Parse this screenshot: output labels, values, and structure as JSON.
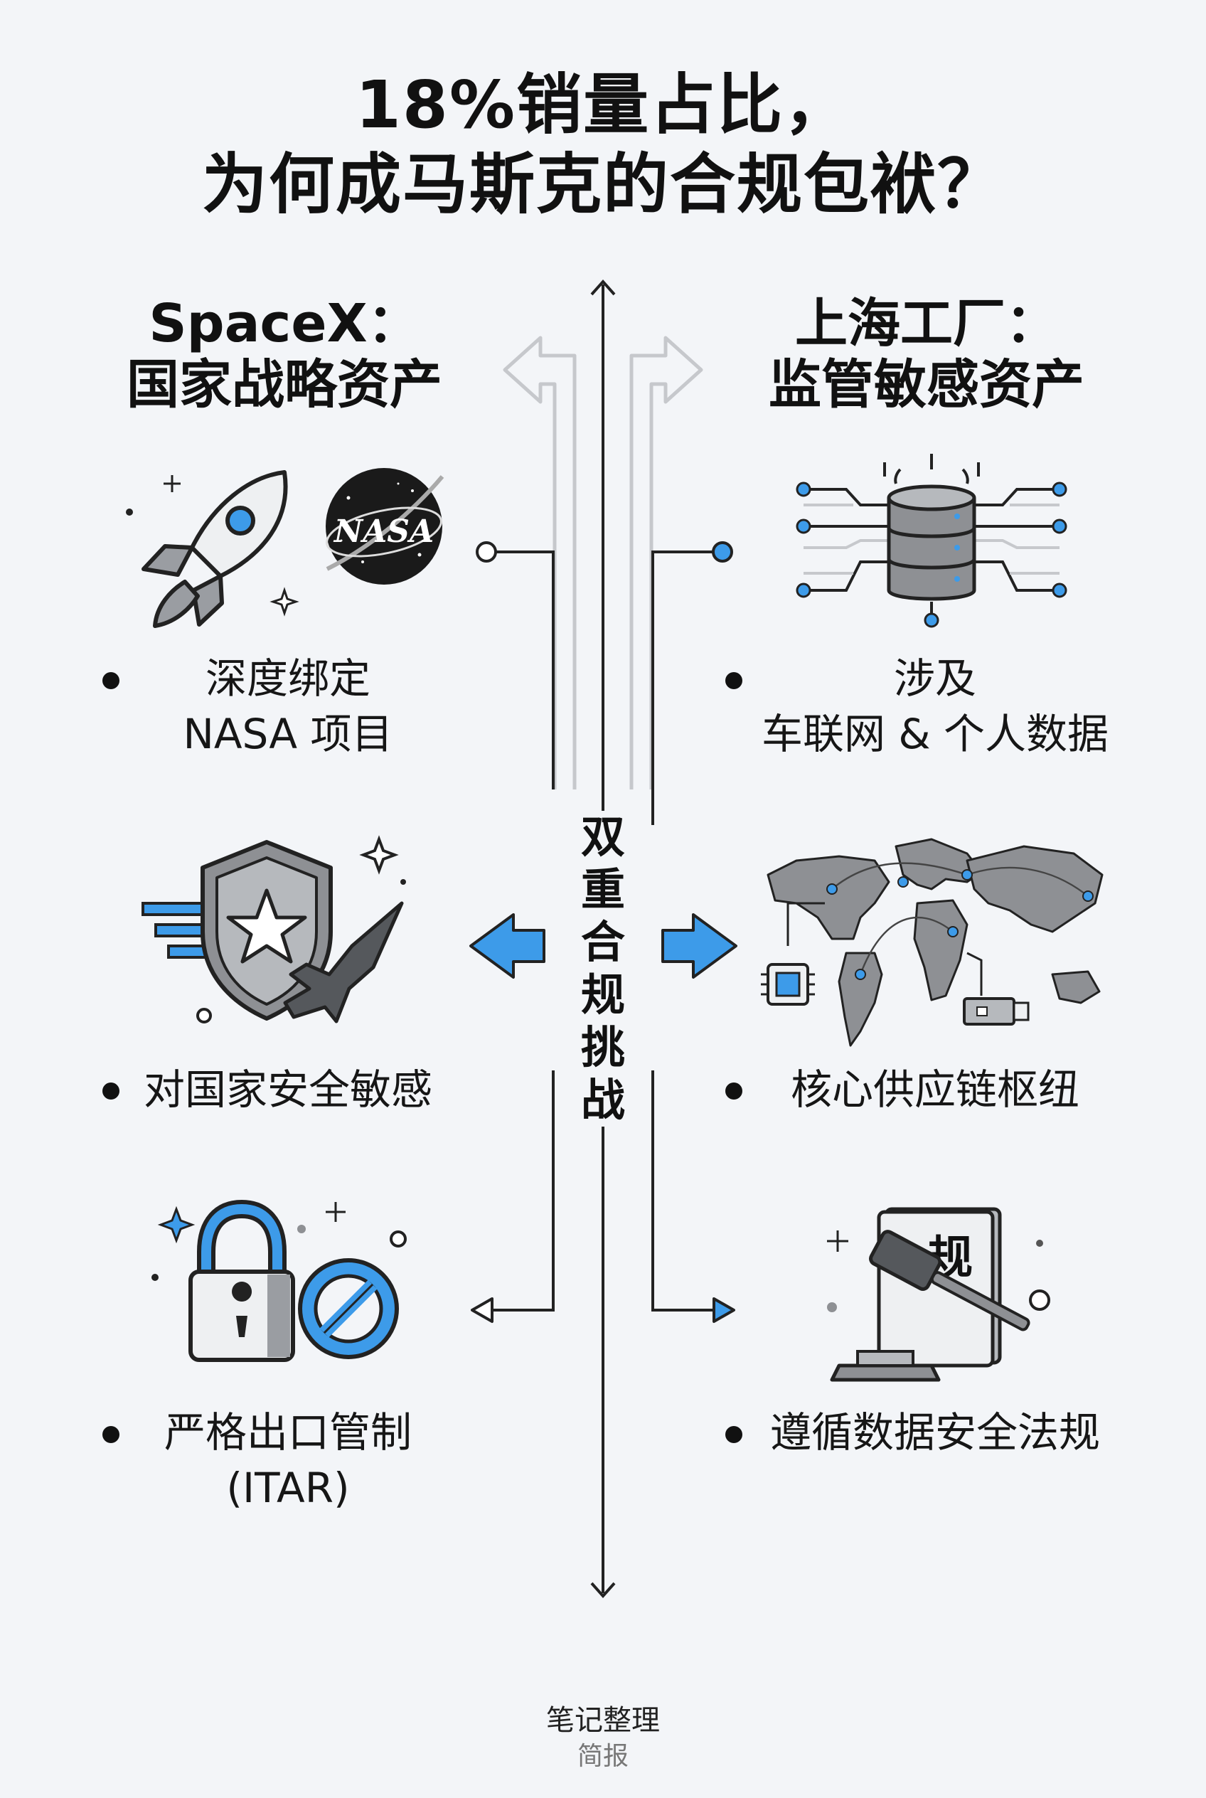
{
  "title": {
    "line1": "18%销量占比，",
    "line2": "为何成马斯克的合规包袱？"
  },
  "left": {
    "heading": {
      "line1": "SpaceX：",
      "line2": "国家战略资产"
    },
    "items": [
      {
        "line1": "深度绑定",
        "line2": "NASA 项目",
        "icon": "rocket-nasa-icon"
      },
      {
        "line1": "对国家安全敏感",
        "icon": "shield-jet-icon"
      },
      {
        "line1": "严格出口管制",
        "line2": "(ITAR)",
        "icon": "lock-prohibited-icon"
      }
    ]
  },
  "right": {
    "heading": {
      "line1": "上海工厂：",
      "line2": "监管敏感资产"
    },
    "items": [
      {
        "line1": "涉及",
        "line2": "车联网 & 个人数据",
        "icon": "database-network-icon"
      },
      {
        "line1": "核心供应链枢纽",
        "icon": "world-map-supply-icon"
      },
      {
        "line1": "遵循数据安全法规",
        "icon": "gavel-regulation-icon"
      }
    ]
  },
  "center_label": [
    "双",
    "重",
    "合",
    "规",
    "挑",
    "战"
  ],
  "nasa_logo_text": "NASA",
  "rule_book_text": "规",
  "footer": {
    "main": "笔记整理",
    "sub": "简报"
  },
  "colors": {
    "accent": "#3d9be9",
    "dark": "#222222",
    "gray": "#8e9094",
    "background": "#f3f5f8"
  }
}
